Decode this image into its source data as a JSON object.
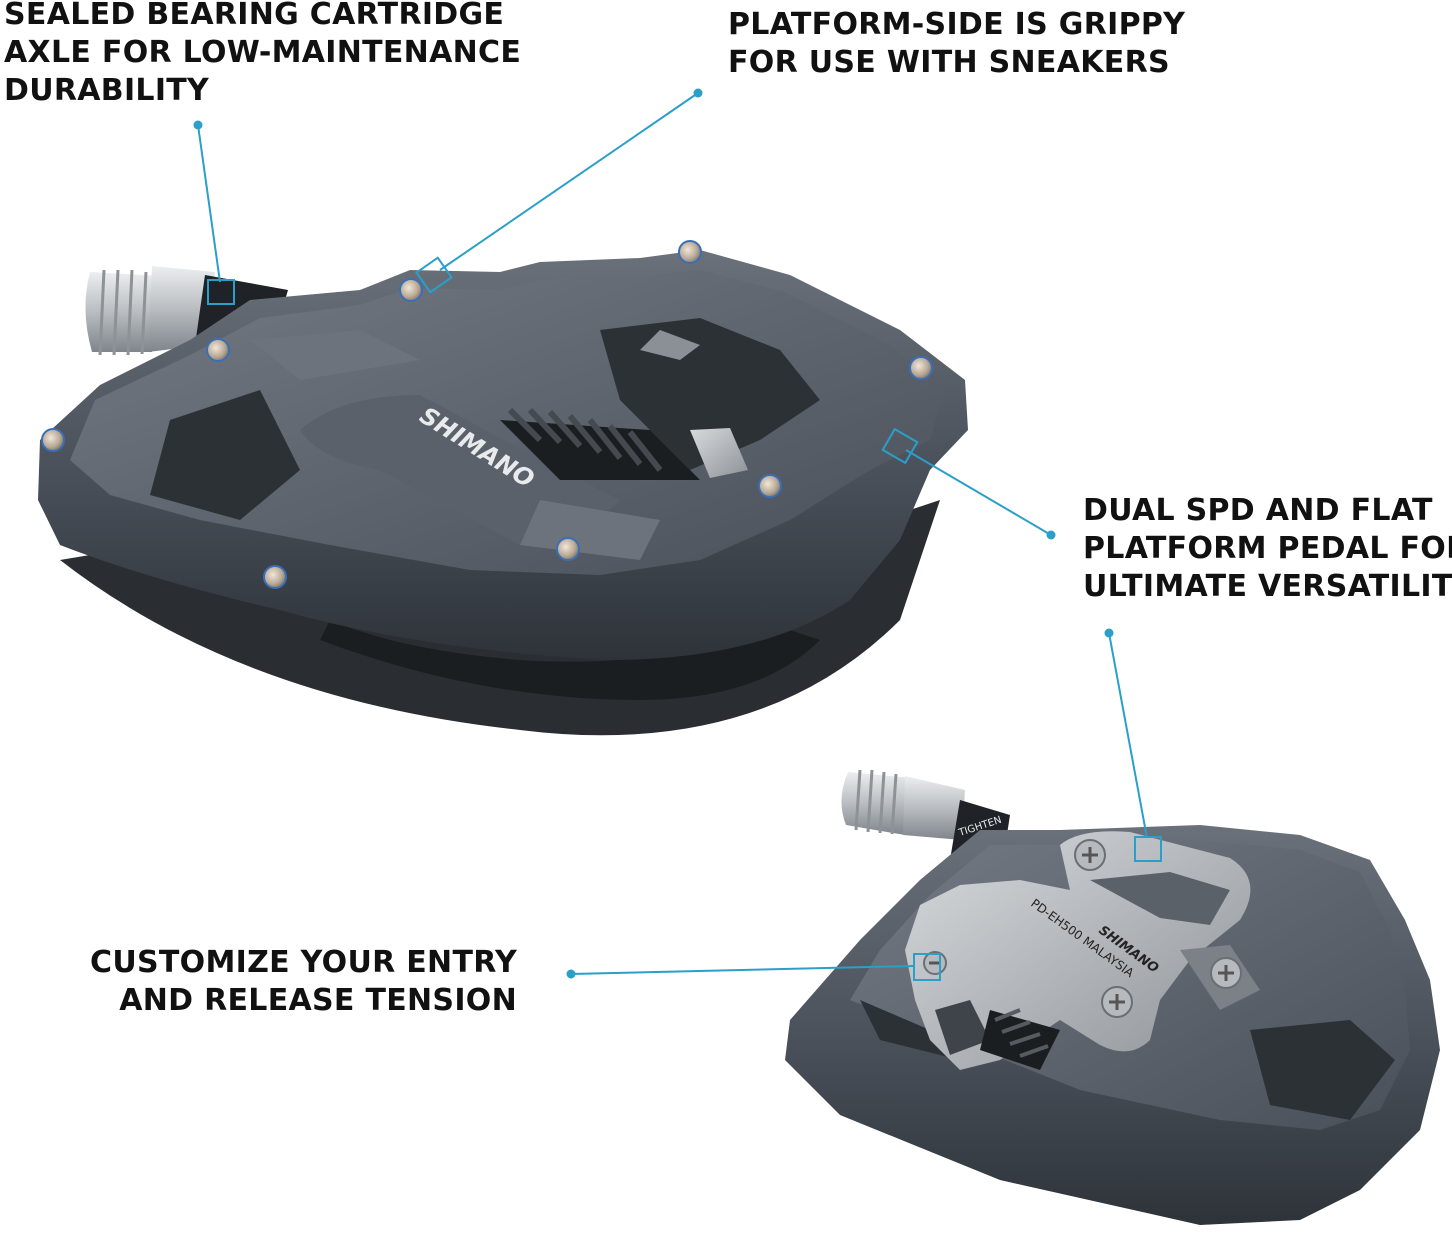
{
  "callouts": {
    "bearing": {
      "lines": [
        "SEALED BEARING CARTRIDGE",
        "AXLE FOR LOW-MAINTENANCE",
        "DURABILITY"
      ]
    },
    "platform": {
      "lines": [
        "PLATFORM-SIDE IS GRIPPY",
        "FOR USE WITH SNEAKERS"
      ]
    },
    "dual": {
      "lines": [
        "DUAL SPD AND FLAT",
        "PLATFORM PEDAL FOR",
        "ULTIMATE VERSATILITY"
      ]
    },
    "tension": {
      "lines": [
        "CUSTOMIZE YOUR ENTRY",
        "AND RELEASE TENSION"
      ]
    }
  },
  "pedal_platform": {
    "logo_text": "SHIMANO"
  },
  "pedal_spd": {
    "logo_text": "SHIMANO",
    "model_text": "PD-EH500 MALAYSIA",
    "tighten_text": "TIGHTEN"
  },
  "colors": {
    "leader_line": "#2a9fc9",
    "pedal_body": "#4c535d",
    "pedal_dark": "#2e3339",
    "steel": "#c9cccf",
    "text": "#111111"
  }
}
